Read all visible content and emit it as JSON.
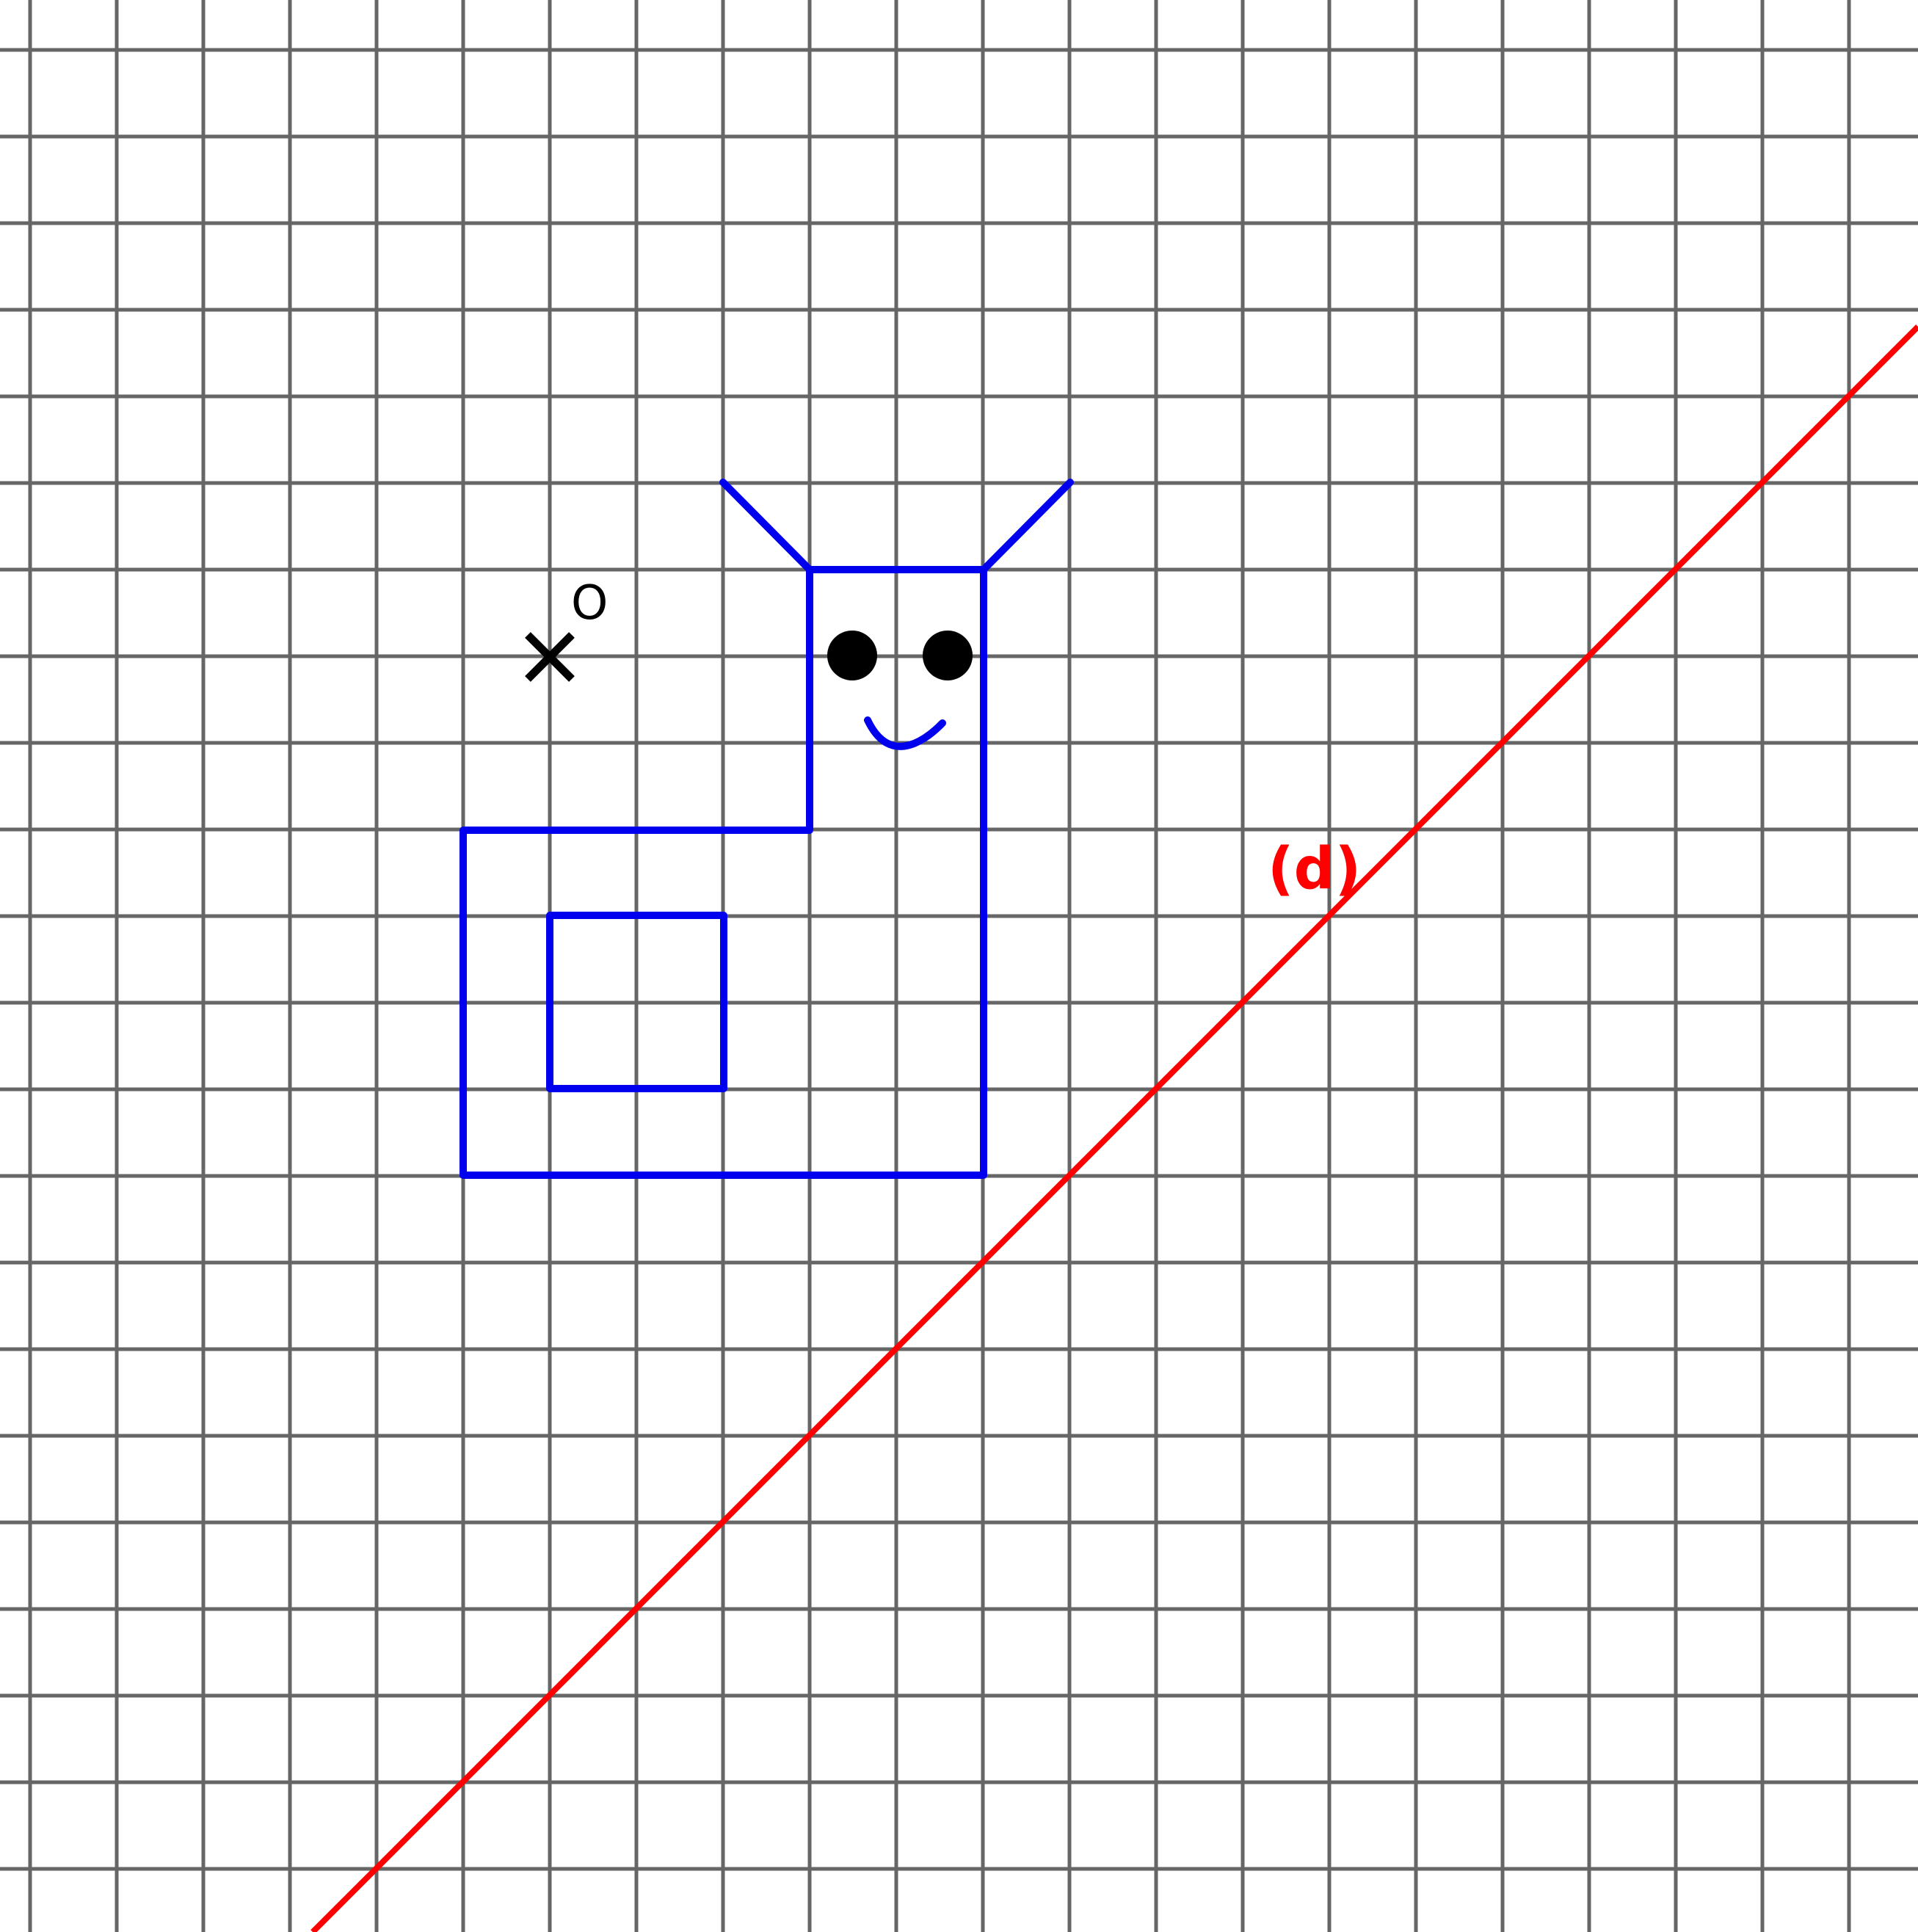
{
  "figure": {
    "point": {
      "name": "O",
      "marker": "cross"
    },
    "line": {
      "name": "(d)",
      "direction": "diagonal"
    }
  },
  "colors": {
    "grid": "#666666",
    "shape": "#0000ee",
    "line": "#ff0000",
    "point": "#000000",
    "eyes": "#000000",
    "background": "#ffffff"
  }
}
